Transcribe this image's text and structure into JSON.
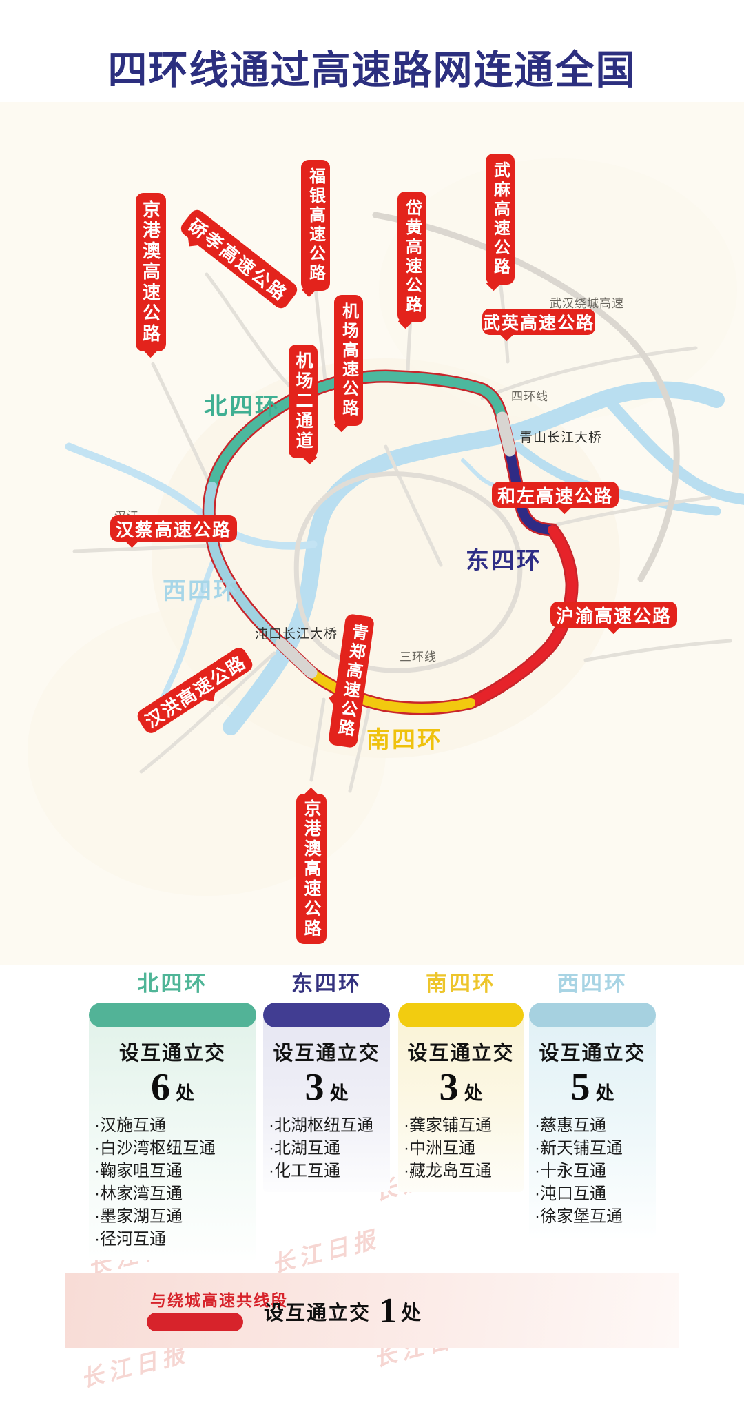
{
  "title": "四环线通过高速路网连通全国",
  "watermark": {
    "text": "长江日报"
  },
  "map": {
    "callouts": {
      "jinggangao_north": "京港澳高速公路",
      "qiaoxiao": "硚孝高速公路",
      "fuyin": "福银高速公路",
      "jichang_gaosu": "机场高速公路",
      "jichang_ertongdao": "机场二通道",
      "daihuang": "岱黄高速公路",
      "wuma": "武麻高速公路",
      "wuying": "武英高速公路",
      "hezuo": "和左高速公路",
      "huyu": "沪渝高速公路",
      "hancai": "汉蔡高速公路",
      "hanhong": "汉洪高速公路",
      "qingzheng": "青郑高速公路",
      "jinggangao_south": "京港澳高速公路"
    },
    "ring_labels": {
      "north": "北四环",
      "east": "东四环",
      "south": "南四环",
      "west": "西四环"
    },
    "place_labels": {
      "raocheng": "武汉绕城高速",
      "sihuanxian": "四环线",
      "sanhuanxian": "三环线",
      "hanjiang": "汉江",
      "qingshan_bridge": "青山长江大桥",
      "zhuankou_bridge": "沌口长江大桥"
    },
    "colors": {
      "ring_north": "#4CB89E",
      "ring_east": "#2F2B85",
      "ring_south": "#F2C90F",
      "ring_west": "#9FD2E0",
      "shared_segment_red": "#E6232A",
      "ring_outline_red": "#C9252B",
      "callout_red": "#E3231C",
      "title_blue": "#2C2F7F",
      "river_blue": "#BCE0F1",
      "road_gray": "#DCD9D3",
      "bridge_gray": "#D8D5D1"
    }
  },
  "legend": {
    "interchange_label": "设互通立交",
    "columns": [
      {
        "name": "北四环",
        "count": "6",
        "unit": "处",
        "accent": "#52B397",
        "items": [
          "·汉施互通",
          "·白沙湾枢纽互通",
          "·鞠家咀互通",
          "·林家湾互通",
          "·墨家湖互通",
          "·径河互通"
        ]
      },
      {
        "name": "东四环",
        "count": "3",
        "unit": "处",
        "accent": "#413D92",
        "items": [
          "·北湖枢纽互通",
          "·北湖互通",
          "·化工互通"
        ]
      },
      {
        "name": "南四环",
        "count": "3",
        "unit": "处",
        "accent": "#F2CC10",
        "items": [
          "·龚家铺互通",
          "·中洲互通",
          "·藏龙岛互通"
        ]
      },
      {
        "name": "西四环",
        "count": "5",
        "unit": "处",
        "accent": "#A6D1E0",
        "items": [
          "·慈惠互通",
          "·新天铺互通",
          "·十永互通",
          "·沌口互通",
          "·徐家堡互通"
        ]
      }
    ]
  },
  "footer": {
    "shared_segment_label": "与绕城高速共线段",
    "interchange_label": "设互通立交",
    "count": "1",
    "unit": "处"
  }
}
